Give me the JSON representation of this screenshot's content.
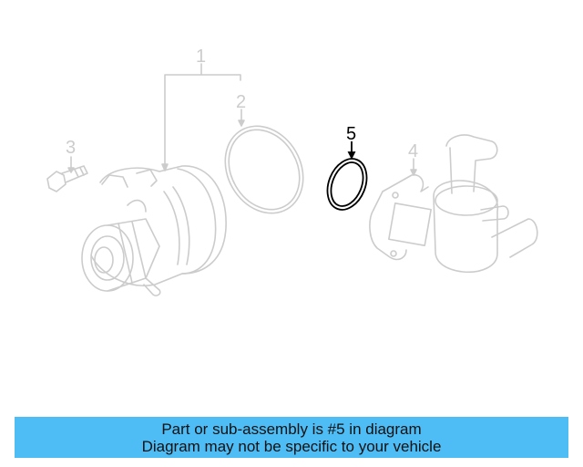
{
  "diagram": {
    "callouts": [
      {
        "number": "1",
        "highlighted": false
      },
      {
        "number": "2",
        "highlighted": false
      },
      {
        "number": "3",
        "highlighted": false
      },
      {
        "number": "4",
        "highlighted": false
      },
      {
        "number": "5",
        "highlighted": true
      }
    ],
    "colors": {
      "faded": "#cccccc",
      "highlight": "#000000",
      "banner": "#4fbdf5"
    }
  },
  "banner": {
    "line1": "Part or sub-assembly is #5 in diagram",
    "line2": "Diagram may not be specific to your vehicle"
  }
}
